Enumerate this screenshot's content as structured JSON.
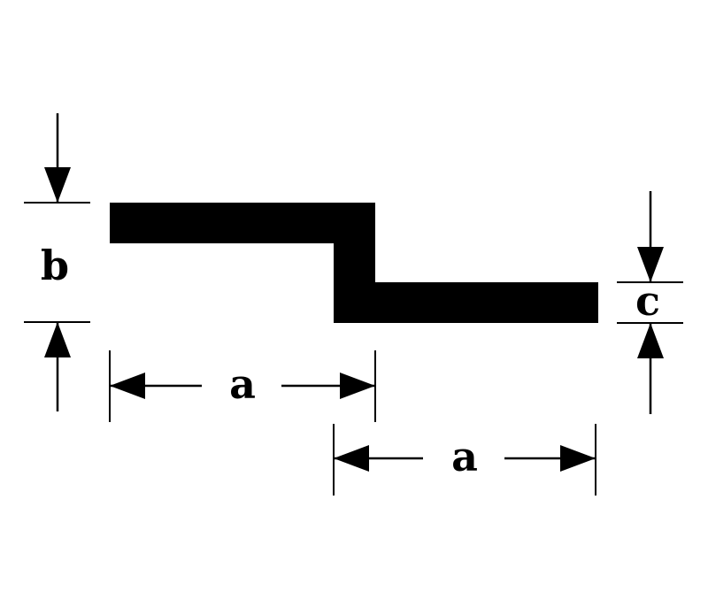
{
  "labels": {
    "a_top": "a",
    "a_bottom": "a",
    "b": "b",
    "c": "c"
  },
  "colors": {
    "ink": "#000000",
    "background": "#ffffff"
  }
}
